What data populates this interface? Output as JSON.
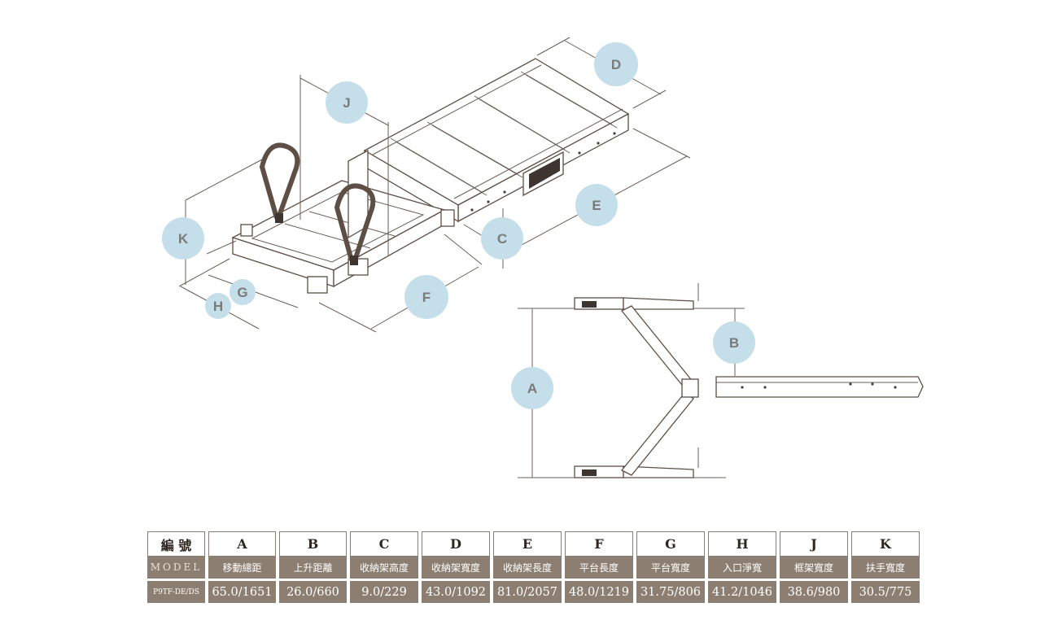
{
  "dimension_markers": {
    "A": "A",
    "B": "B",
    "C": "C",
    "D": "D",
    "E": "E",
    "F": "F",
    "G": "G",
    "H": "H",
    "J": "J",
    "K": "K"
  },
  "table": {
    "header_label": "編 號",
    "model_label": "MODEL",
    "model_name": "P9TF-DE/DS",
    "columns": [
      {
        "letter": "A",
        "name": "移動總距",
        "value": "65.0/1651"
      },
      {
        "letter": "B",
        "name": "上升距離",
        "value": "26.0/660"
      },
      {
        "letter": "C",
        "name": "收納架高度",
        "value": "9.0/229"
      },
      {
        "letter": "D",
        "name": "收納架寬度",
        "value": "43.0/1092"
      },
      {
        "letter": "E",
        "name": "收納架長度",
        "value": "81.0/2057"
      },
      {
        "letter": "F",
        "name": "平台長度",
        "value": "48.0/1219"
      },
      {
        "letter": "G",
        "name": "平台寬度",
        "value": "31.75/806"
      },
      {
        "letter": "H",
        "name": "入口淨寬",
        "value": "41.2/1046"
      },
      {
        "letter": "J",
        "name": "框架寬度",
        "value": "38.6/980"
      },
      {
        "letter": "K",
        "name": "扶手寬度",
        "value": "30.5/775"
      }
    ]
  },
  "colors": {
    "marker_circle": "#c5dfea",
    "table_fill": "#8c7f72",
    "line_art": "#5d4f45"
  }
}
